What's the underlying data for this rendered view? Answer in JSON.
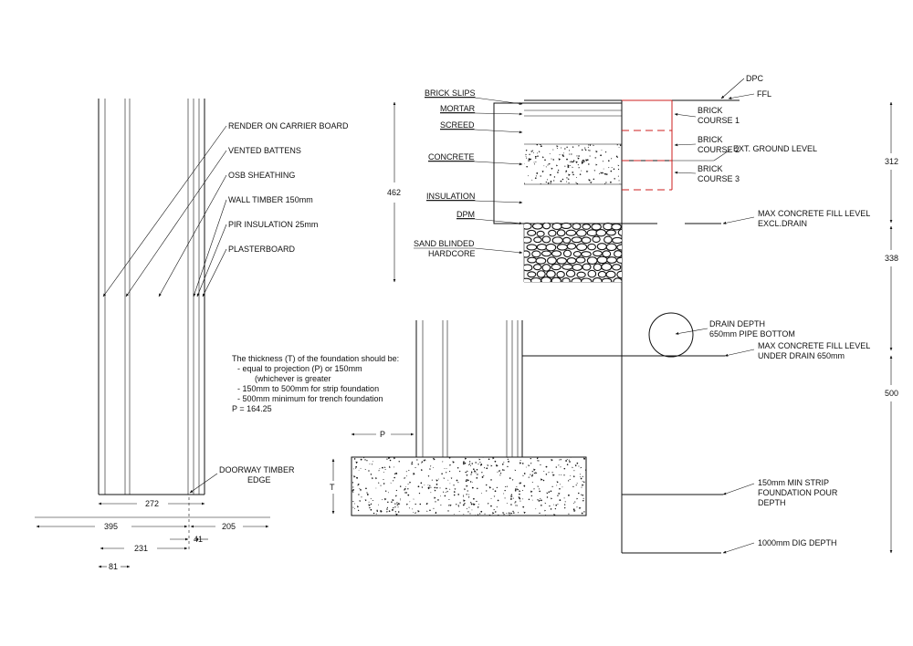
{
  "wall_labels": {
    "render": "RENDER ON CARRIER BOARD",
    "battens": "VENTED BATTENS",
    "osb": "OSB SHEATHING",
    "timber": "WALL TIMBER 150mm",
    "pir": "PIR INSULATION 25mm",
    "plasterboard": "PLASTERBOARD",
    "doorway_1": "DOORWAY TIMBER",
    "doorway_2": "EDGE"
  },
  "plan_dimensions": {
    "d272": "272",
    "d395": "395",
    "d205": "205",
    "d41": "41",
    "d231": "231",
    "d81": "81"
  },
  "floor_labels": {
    "brick_slips": "BRICK SLIPS",
    "mortar": "MORTAR",
    "screed": "SCREED",
    "concrete": "CONCRETE",
    "insulation": "INSULATION",
    "dpm": "DPM",
    "sand_1": "SAND BLINDED",
    "sand_2": "HARDCORE",
    "dpc": "DPC",
    "ffl": "FFL",
    "brick1_a": "BRICK",
    "brick1_b": "COURSE 1",
    "brick2_a": "BRICK",
    "brick2_b": "COURSE  2",
    "brick3_a": "BRICK",
    "brick3_b": "COURSE 3",
    "ground": "EXT.   GROUND LEVEL",
    "maxfill1_a": "MAX CONCRETE FILL LEVEL",
    "maxfill1_b": "EXCL.DRAIN",
    "drain_a": "DRAIN DEPTH",
    "drain_b": "650mm PIPE BOTTOM",
    "maxfill2_a": "MAX CONCRETE FILL LEVEL",
    "maxfill2_b": "UNDER DRAIN 650mm",
    "strip_a": "150mm MIN STRIP",
    "strip_b": "FOUNDATION POUR",
    "strip_c": "DEPTH",
    "dig": "1000mm DIG DEPTH"
  },
  "section_dimensions": {
    "d462": "462",
    "d312": "312",
    "d338": "338",
    "d500": "500",
    "p": "P",
    "t": "T"
  },
  "foundation_note": {
    "heading": "The thickness (T) of the foundation should be:",
    "line1": "-      equal to projection (P) or 150mm",
    "line2": "(whichever is greater",
    "line3": "-      150mm to 500mm for strip foundation",
    "line4": "-      500mm minimum for trench foundation",
    "value": "P = 164.25"
  },
  "colors": {
    "line": "#111111",
    "brick_courses": "#cc1f1f"
  }
}
